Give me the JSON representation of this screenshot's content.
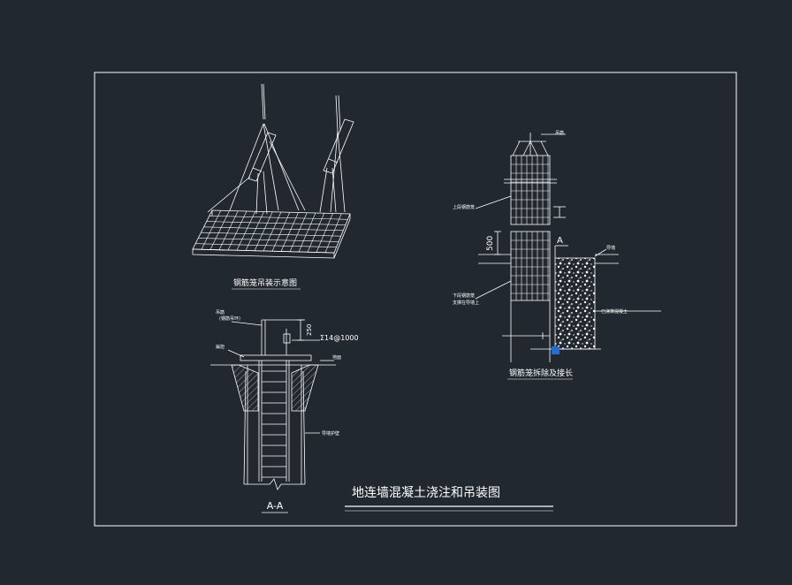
{
  "drawing": {
    "title": "地连墙混凝土浇注和吊装图",
    "section_label": "A-A",
    "section_marker": "A"
  },
  "views": {
    "lifting": {
      "caption": "钢筋笼吊装示意图"
    },
    "section": {
      "label_hanger": "吊筋",
      "label_hanger_sub": "(钢筋吊环)",
      "label_beam": "扁担",
      "label_ground": "地面",
      "label_rebar_spec": "Σ14@1000",
      "label_dim": "250",
      "label_guide_wall": "导墙护壁"
    },
    "joint": {
      "caption": "钢筋笼拆除及接长",
      "label_top": "吊筋",
      "label_upper_cage": "上段钢筋笼",
      "label_lower_cage": "下段钢筋笼",
      "label_lower_cage_sub": "支撑在导墙上",
      "label_dim_500": "500",
      "label_guide": "导墙",
      "label_concrete": "已浇筑混凝土",
      "label_marker": "A"
    }
  },
  "colors": {
    "background": "#212830",
    "line": "#ffffff",
    "highlight": "#1e6fd6"
  }
}
